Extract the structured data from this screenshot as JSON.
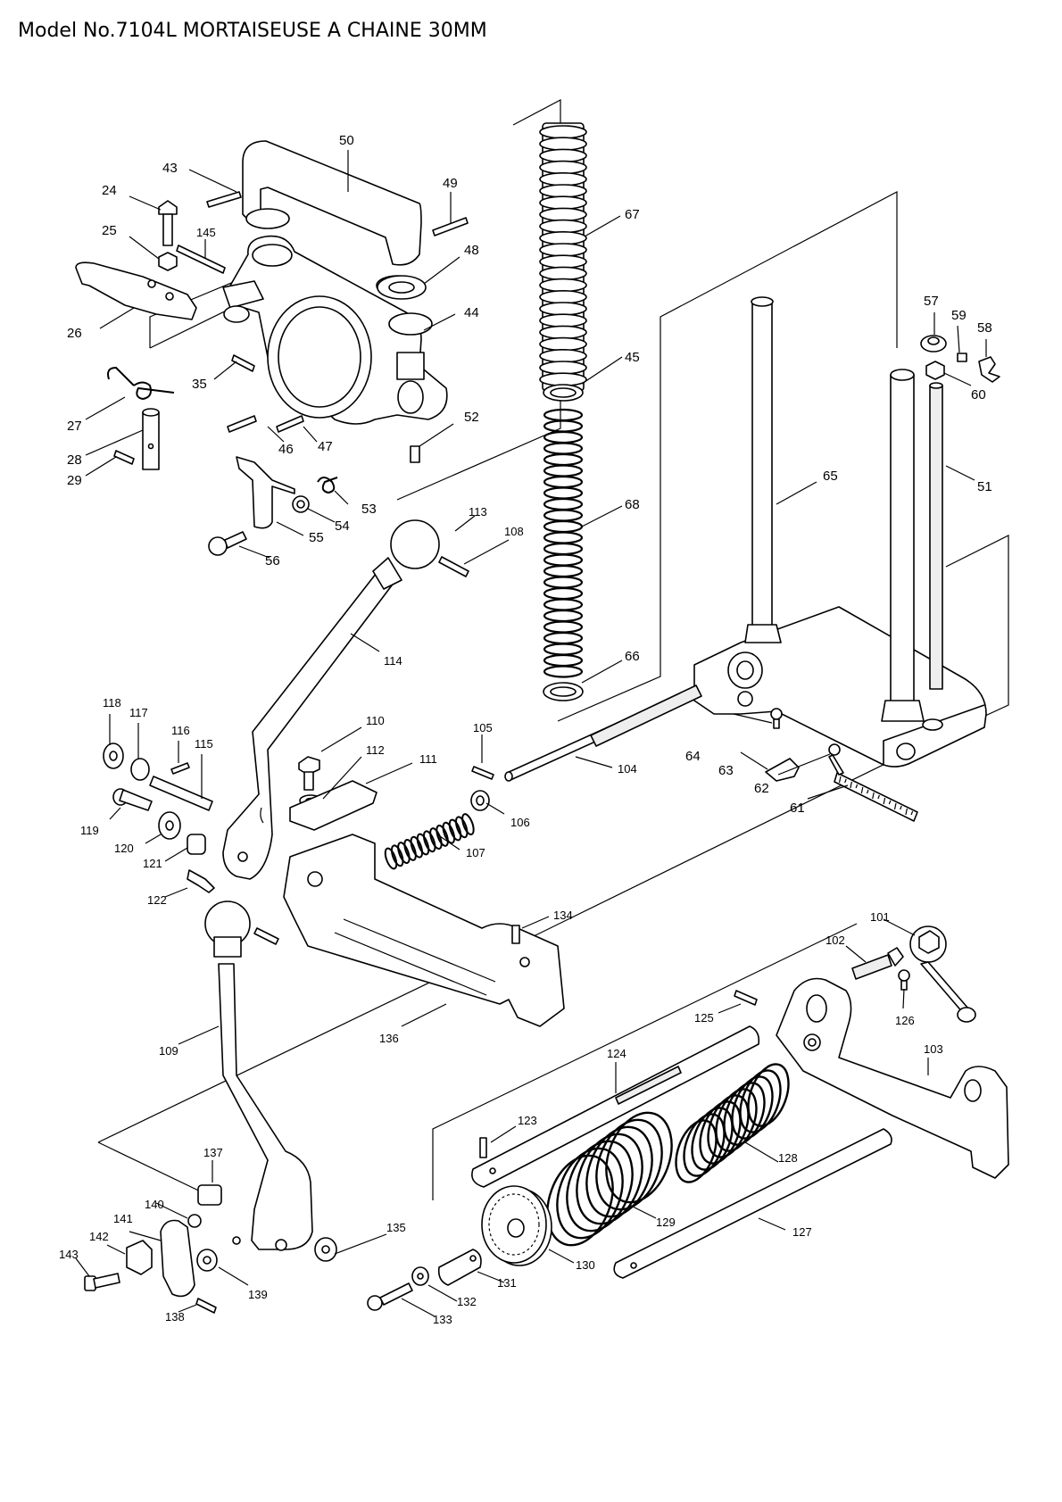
{
  "title": "Model No.7104L MORTAISEUSE A CHAINE 30MM",
  "part_labels": {
    "p24": "24",
    "p25": "25",
    "p26": "26",
    "p27": "27",
    "p28": "28",
    "p29": "29",
    "p35": "35",
    "p43": "43",
    "p44": "44",
    "p45": "45",
    "p46": "46",
    "p47": "47",
    "p48": "48",
    "p49": "49",
    "p50": "50",
    "p51": "51",
    "p52": "52",
    "p53": "53",
    "p54": "54",
    "p55": "55",
    "p56": "56",
    "p57": "57",
    "p58": "58",
    "p59": "59",
    "p60": "60",
    "p61": "61",
    "p62": "62",
    "p63": "63",
    "p64": "64",
    "p65": "65",
    "p66": "66",
    "p67": "67",
    "p68": "68",
    "p101": "101",
    "p102": "102",
    "p103": "103",
    "p104": "104",
    "p105": "105",
    "p106": "106",
    "p107": "107",
    "p108": "108",
    "p109": "109",
    "p110": "110",
    "p111": "111",
    "p112": "112",
    "p113": "113",
    "p114": "114",
    "p115": "115",
    "p116": "116",
    "p117": "117",
    "p118": "118",
    "p119": "119",
    "p120": "120",
    "p121": "121",
    "p122": "122",
    "p123": "123",
    "p124": "124",
    "p125": "125",
    "p126": "126",
    "p127": "127",
    "p128": "128",
    "p129": "129",
    "p130": "130",
    "p131": "131",
    "p132": "132",
    "p133": "133",
    "p134": "134",
    "p135": "135",
    "p136": "136",
    "p137": "137",
    "p138": "138",
    "p139": "139",
    "p140": "140",
    "p141": "141",
    "p142": "142",
    "p143": "143",
    "p145": "145"
  }
}
